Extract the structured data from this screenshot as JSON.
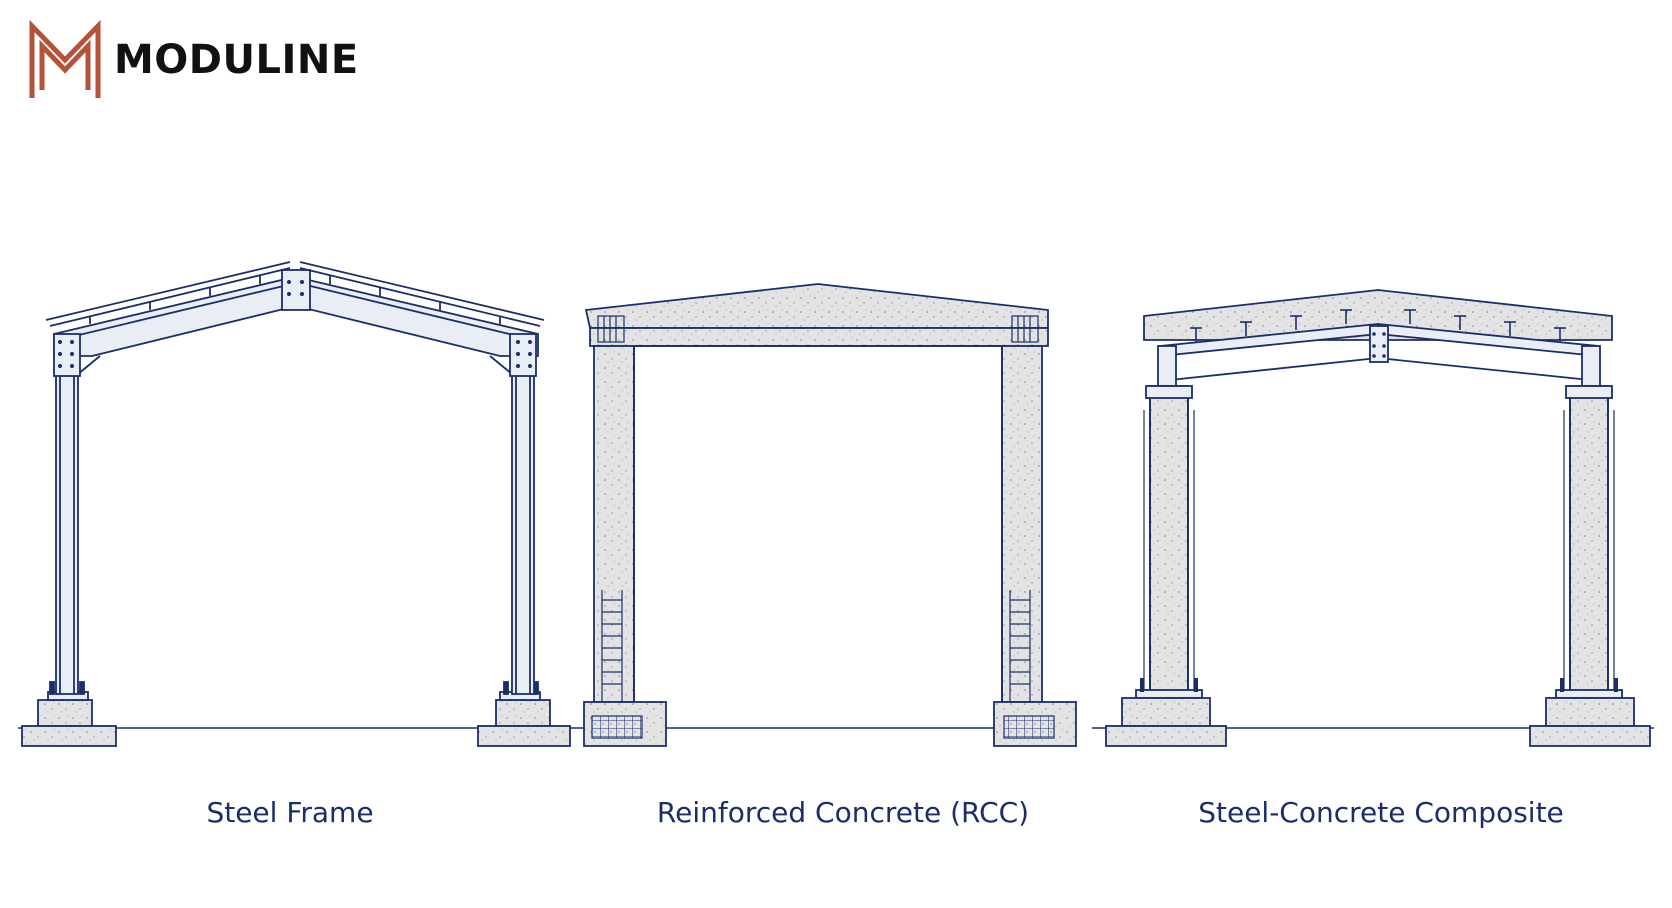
{
  "brand": {
    "name": "MODULINE",
    "logo_icon": "m-monogram-icon",
    "logo_color": "#b5533a"
  },
  "colors": {
    "line": "#1b2e6b",
    "steel_fill": "#e9edf4",
    "concrete_fill": "#e2e2e2",
    "ground": "#1b2e6b"
  },
  "frames": [
    {
      "id": "steel",
      "caption": "Steel Frame"
    },
    {
      "id": "rcc",
      "caption": "Reinforced Concrete (RCC)"
    },
    {
      "id": "composite",
      "caption": "Steel-Concrete Composite"
    }
  ]
}
